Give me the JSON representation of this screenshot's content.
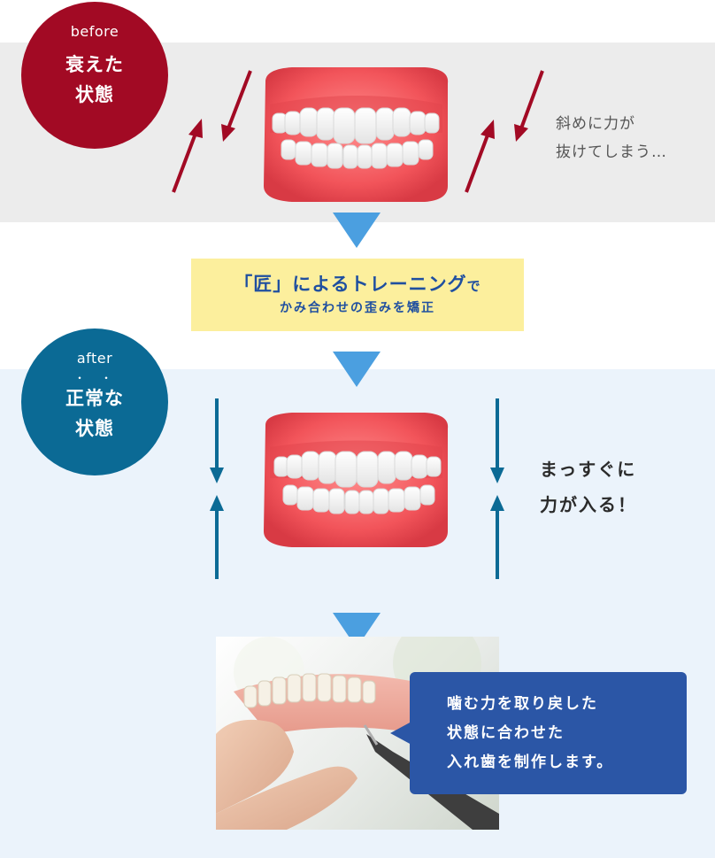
{
  "before": {
    "label_en": "before",
    "label_jp": "衰えた\n状態",
    "note": "斜めに力が\n抜けてしまう…"
  },
  "banner": {
    "line1_main": "「匠」によるトレーニング",
    "line1_suffix": "で",
    "line2": "かみ合わせの歪みを矯正"
  },
  "after": {
    "label_en": "after",
    "emphasis_dots": "・・",
    "label_jp": "正常な\n状態",
    "note": "まっすぐに\n力が入る！"
  },
  "callout": {
    "text": "噛む力を取り戻した\n状態に合わせた\n入れ歯を制作します。"
  },
  "colors": {
    "before_circle": "#a20a24",
    "after_circle": "#0b6a95",
    "down_triangle": "#4b9fe0",
    "banner_bg": "#fcef9d",
    "callout_bg": "#2b56a6",
    "arrow_before": "#a20a24",
    "arrow_after": "#0b6a95"
  },
  "icons": {
    "step_arrow": "down-triangle-icon",
    "force_before": "diagonal-arrow-icon",
    "force_after": "vertical-arrow-icon",
    "teeth": "teeth-illustration",
    "photo": "denture-photo"
  }
}
